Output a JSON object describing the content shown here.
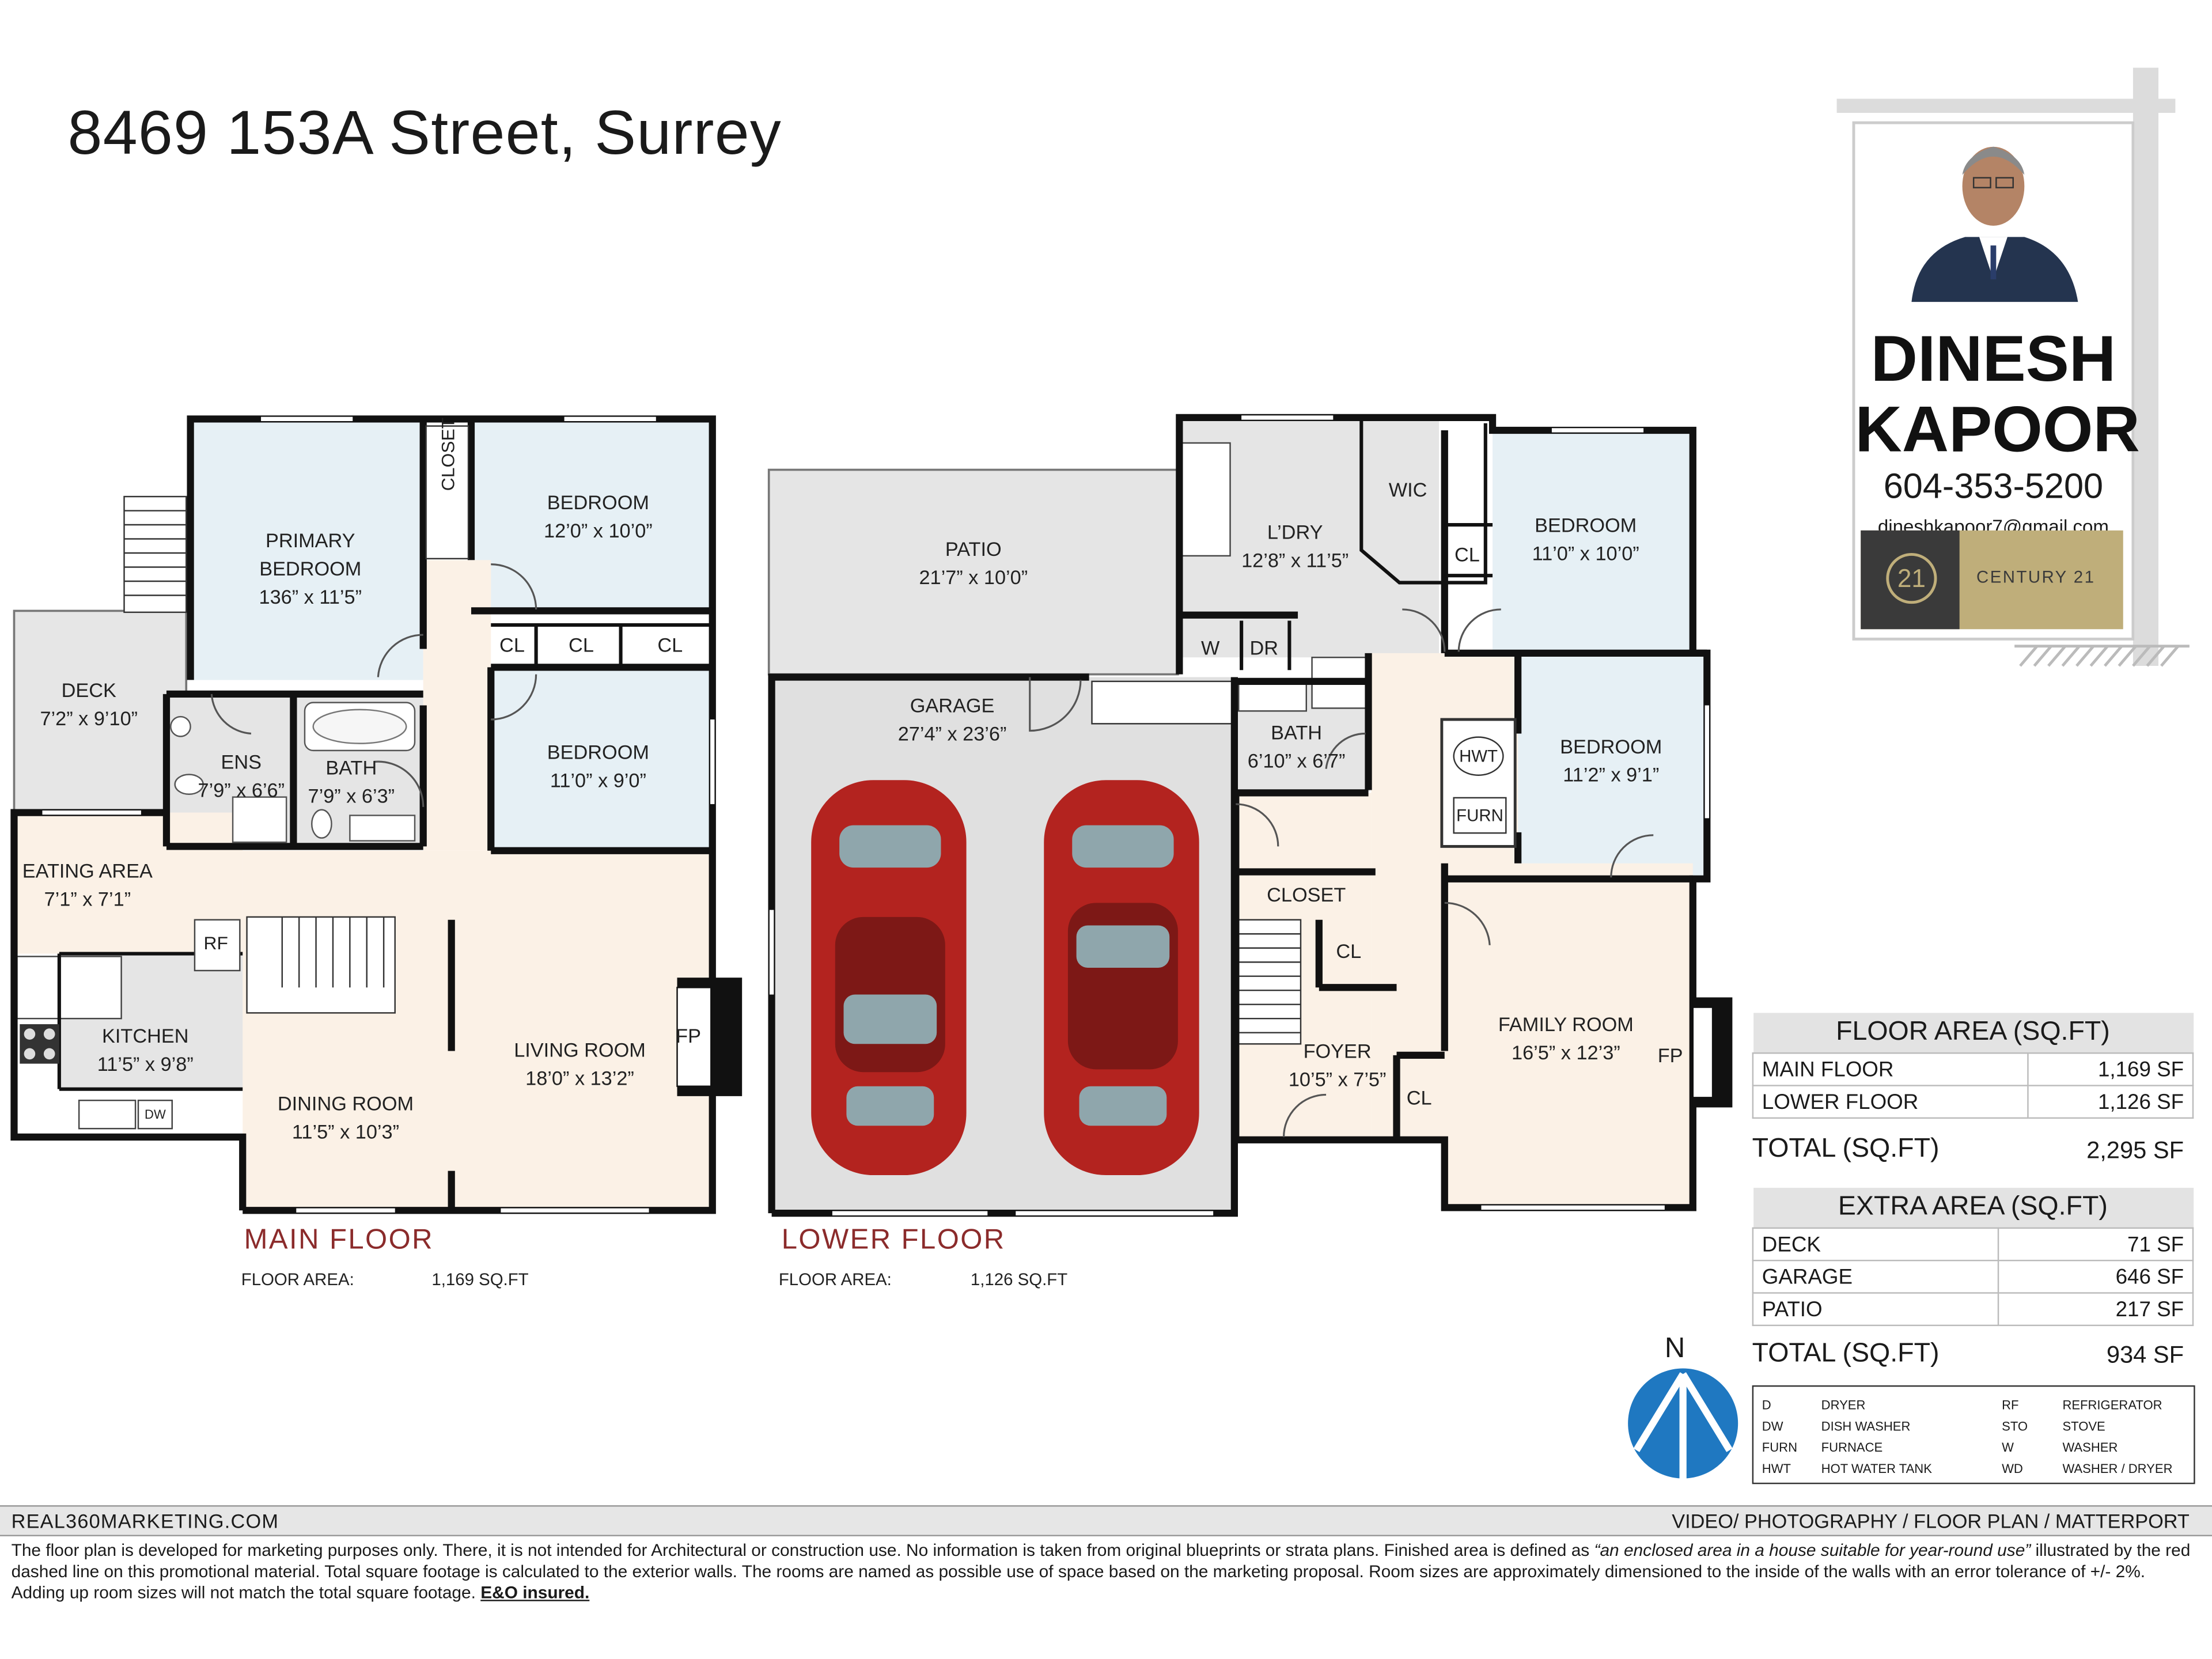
{
  "title": "8469 153A Street, Surrey",
  "agent": {
    "first_name": "DINESH",
    "last_name": "KAPOOR",
    "phone": "604-353-5200",
    "email": "dineshkapoor7@gmail.com",
    "brokerage": "CENTURY 21",
    "brokerage_logo_text": "21"
  },
  "main_floor": {
    "label": "MAIN FLOOR",
    "area_label": "FLOOR AREA:",
    "area_value": "1,169 SQ.FT",
    "rooms": {
      "primary_bedroom": {
        "name": "PRIMARY BEDROOM",
        "dim": "136” x 11’5”"
      },
      "closet": {
        "name": "CLOSET"
      },
      "bedroom1": {
        "name": "BEDROOM",
        "dim": "12’0” x 10’0”"
      },
      "bedroom2": {
        "name": "BEDROOM",
        "dim": "11’0” x 9’0”"
      },
      "cl1": "CL",
      "cl2": "CL",
      "cl3": "CL",
      "deck": {
        "name": "DECK",
        "dim": "7’2” x 9’10”"
      },
      "ens": {
        "name": "ENS",
        "dim": "7’9” x 6’6”"
      },
      "bath": {
        "name": "BATH",
        "dim": "7’9” x 6’3”"
      },
      "eating": {
        "name": "EATING AREA",
        "dim": "7’1” x 7’1”"
      },
      "rf": "RF",
      "kitchen": {
        "name": "KITCHEN",
        "dim": "11’5” x 9’8”"
      },
      "dw": "DW",
      "dining": {
        "name": "DINING ROOM",
        "dim": "11’5” x 10’3”"
      },
      "living": {
        "name": "LIVING ROOM",
        "dim": "18’0” x 13’2”"
      },
      "fp": "FP"
    }
  },
  "lower_floor": {
    "label": "LOWER FLOOR",
    "area_label": "FLOOR AREA:",
    "area_value": "1,126 SQ.FT",
    "rooms": {
      "patio": {
        "name": "PATIO",
        "dim": "21’7” x 10’0”"
      },
      "garage": {
        "name": "GARAGE",
        "dim": "27’4” x 23’6”"
      },
      "laundry": {
        "name": "L’DRY",
        "dim": "12’8” x 11’5”"
      },
      "wic": "WIC",
      "w": "W",
      "dr": "DR",
      "cl1": "CL",
      "cl2": "CL",
      "cl3": "CL",
      "bedroom1": {
        "name": "BEDROOM",
        "dim": "11’0” x 10’0”"
      },
      "bath": {
        "name": "BATH",
        "dim": "6’10” x 6’7”"
      },
      "hwt": "HWT",
      "furn": "FURN",
      "bedroom2": {
        "name": "BEDROOM",
        "dim": "11’2” x 9’1”"
      },
      "closet": "CLOSET",
      "foyer": {
        "name": "FOYER",
        "dim": "10’5” x 7’5”"
      },
      "family": {
        "name": "FAMILY ROOM",
        "dim": "16’5” x 12’3”"
      },
      "fp": "FP"
    }
  },
  "floor_area_table": {
    "header": "FLOOR AREA (SQ.FT)",
    "rows": [
      {
        "label": "MAIN FLOOR",
        "value": "1,169 SF"
      },
      {
        "label": "LOWER FLOOR",
        "value": "1,126 SF"
      }
    ],
    "total_label": "TOTAL (SQ.FT)",
    "total_value": "2,295 SF"
  },
  "extra_area_table": {
    "header": "EXTRA AREA (SQ.FT)",
    "rows": [
      {
        "label": "DECK",
        "value": "71 SF"
      },
      {
        "label": "GARAGE",
        "value": "646 SF"
      },
      {
        "label": "PATIO",
        "value": "217 SF"
      }
    ],
    "total_label": "TOTAL (SQ.FT)",
    "total_value": "934 SF"
  },
  "compass": "N",
  "legend": [
    {
      "abbr": "D",
      "desc": "DRYER",
      "abbr2": "RF",
      "desc2": "REFRIGERATOR"
    },
    {
      "abbr": "DW",
      "desc": "DISH WASHER",
      "abbr2": "STO",
      "desc2": "STOVE"
    },
    {
      "abbr": "FURN",
      "desc": "FURNACE",
      "abbr2": "W",
      "desc2": "WASHER"
    },
    {
      "abbr": "HWT",
      "desc": "HOT WATER TANK",
      "abbr2": "WD",
      "desc2": "WASHER / DRYER"
    }
  ],
  "footer": {
    "left": "REAL360MARKETING.COM",
    "right": "VIDEO/ PHOTOGRAPHY / FLOOR PLAN / MATTERPORT",
    "disclaimer_1": "The floor plan is developed for marketing purposes only. There, it is not intended for Architectural or construction use. No information is  taken from original blueprints or strata plans. Finished area is defined as ",
    "disclaimer_quote": "“an enclosed area in a house suitable for year-round use”",
    "disclaimer_2": " illustrated by the red dashed line on this promotional material. Total square footage is calculated to the exterior walls. The rooms are named as possible use of space based on the marketing proposal. Room sizes are approximately dimensioned to the inside of the walls with an error tolerance of +/- 2%. Adding up room sizes will not match the total square footage. ",
    "disclaimer_eo": "E&O insured."
  },
  "colors": {
    "room_blue": "#e6f0f5",
    "room_beige": "#fbf1e6",
    "room_grey": "#e5e5e5",
    "wall": "#111111",
    "label_red": "#8b2b2b",
    "century_gold": "#bfae7a"
  }
}
